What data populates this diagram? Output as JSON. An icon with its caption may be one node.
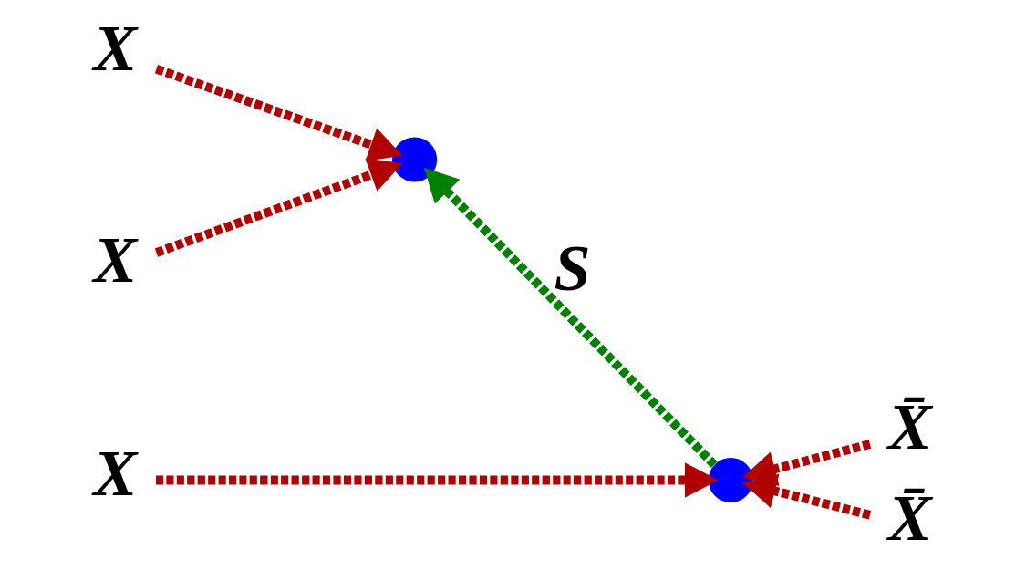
{
  "diagram": {
    "nodes": [
      {
        "text": [
          "X"
        ]
      },
      {
        "text": [
          "X"
        ]
      },
      {
        "text": [
          "X"
        ]
      },
      {
        "text": [],
        "shape": "circle"
      },
      {
        "text": [],
        "shape": "circle"
      },
      {
        "text": [
          "X̄"
        ]
      },
      {
        "text": [
          "X̄"
        ]
      }
    ],
    "edges": [
      {
        "from": 0,
        "to": 3,
        "arrow": "to",
        "style": "dashed"
      },
      {
        "from": 1,
        "to": 3,
        "arrow": "to",
        "style": "dashed"
      },
      {
        "from": 4,
        "to": 3,
        "arrow": "to",
        "style": "dashed",
        "color": "#008000",
        "label": "S"
      },
      {
        "from": 2,
        "to": 4,
        "arrow": "to",
        "style": "dashed"
      },
      {
        "from": 5,
        "to": 4,
        "arrow": "to",
        "style": "dashed"
      },
      {
        "from": 6,
        "to": 4,
        "arrow": "to",
        "style": "dashed"
      }
    ]
  }
}
